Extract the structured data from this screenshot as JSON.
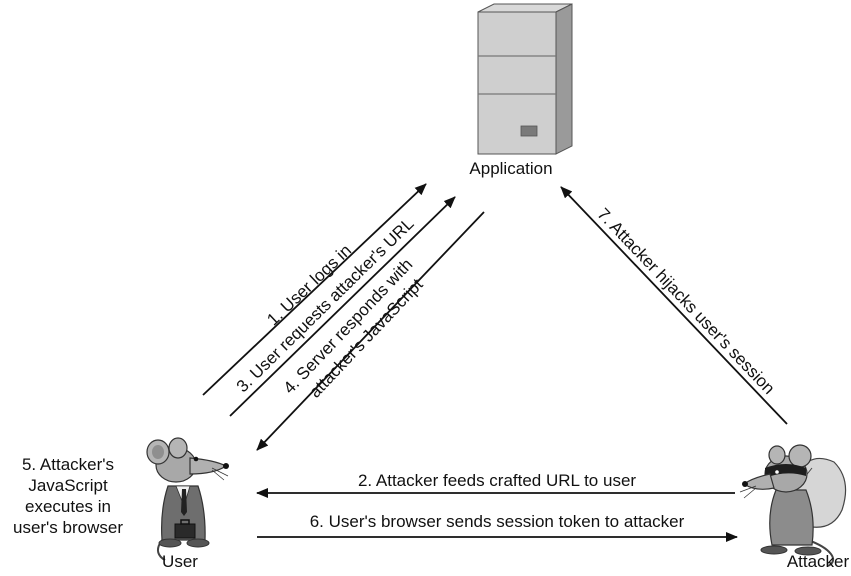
{
  "nodes": {
    "application": "Application",
    "user": "User",
    "attacker": "Attacker"
  },
  "steps": {
    "s1": "1. User logs in",
    "s2": "2. Attacker feeds crafted URL to user",
    "s3": "3. User requests attacker's URL",
    "s4_line1": "4. Server responds with",
    "s4_line2": "attacker's JavaScript",
    "s5_line1": "5. Attacker's",
    "s5_line2": "JavaScript",
    "s5_line3": "executes in",
    "s5_line4": "user's browser",
    "s6": "6. User's browser sends session token to attacker",
    "s7": "7. Attacker hijacks user's session"
  },
  "icons": {
    "server": "server-icon",
    "user": "mouse-user-icon",
    "attacker": "masked-mouse-attacker-icon"
  },
  "colors": {
    "ink": "#111111",
    "server_light": "#e6e6e6",
    "server_mid": "#bdbdbd",
    "server_dark": "#8c8c8c"
  }
}
